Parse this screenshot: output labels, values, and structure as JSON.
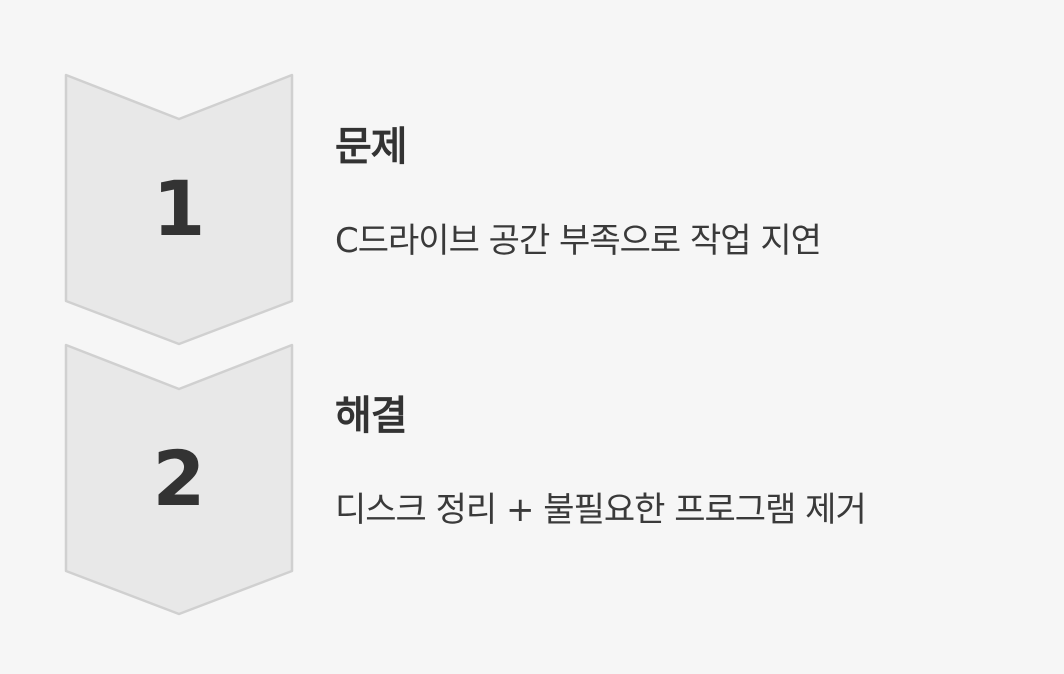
{
  "colors": {
    "background": "#f6f6f6",
    "chevron_fill": "#e8e8e8",
    "chevron_stroke": "#d0d0d0",
    "text_primary": "#333333"
  },
  "steps": [
    {
      "number": "1",
      "title": "문제",
      "description": "C드라이브 공간 부족으로 작업 지연"
    },
    {
      "number": "2",
      "title": "해결",
      "description": "디스크 정리 + 불필요한 프로그램 제거"
    }
  ]
}
